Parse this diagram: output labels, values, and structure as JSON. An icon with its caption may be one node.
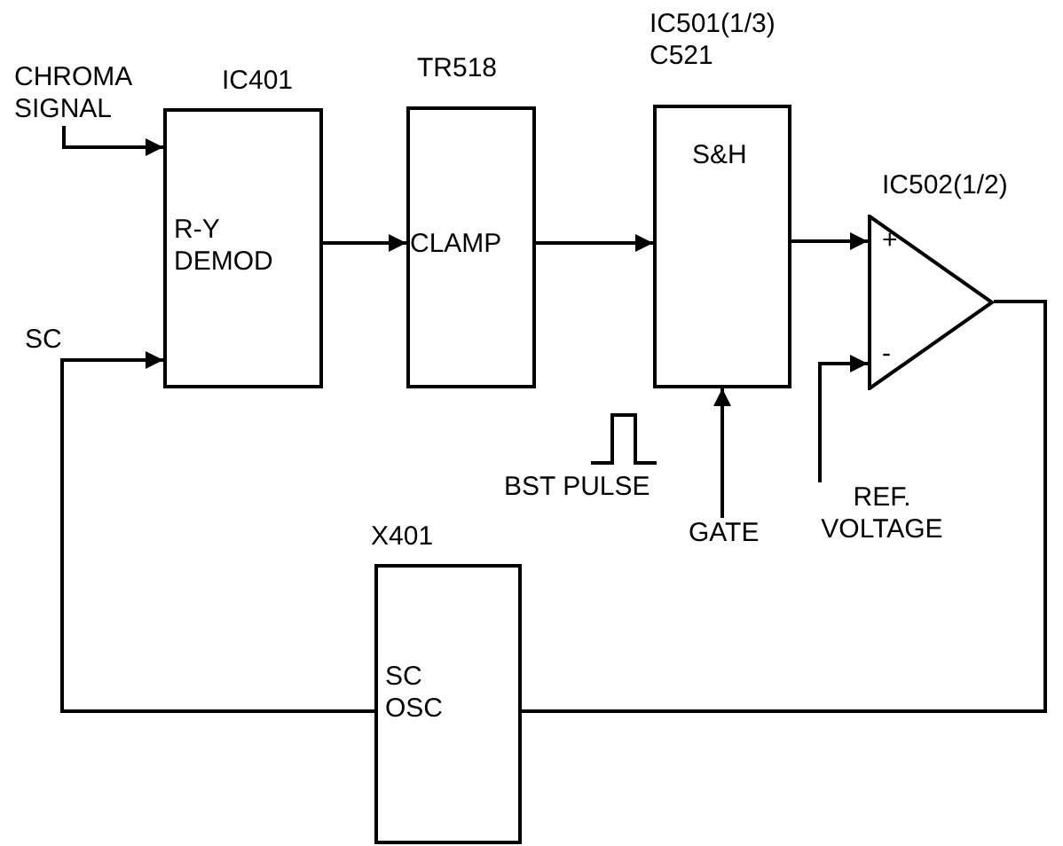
{
  "diagram": {
    "nodes": [
      {
        "text": [
          "IC401",
          "R-Y DEMOD"
        ]
      },
      {
        "text": [
          "TR518",
          "CLAMP"
        ]
      },
      {
        "text": [
          "IC501(1/3) C521",
          "S&H"
        ]
      },
      {
        "text": [
          "IC502(1/2)",
          "+",
          "-"
        ]
      },
      {
        "text": [
          "X401",
          "SC OSC"
        ]
      },
      {
        "text": [
          "CHROMA SIGNAL"
        ]
      },
      {
        "text": [
          "GATE"
        ]
      },
      {
        "text": [
          "REF. VOLTAGE"
        ]
      }
    ],
    "edges": [
      {
        "from": 5,
        "to": 0,
        "arrow": "to"
      },
      {
        "from": 0,
        "to": 1,
        "arrow": "to"
      },
      {
        "from": 1,
        "to": 2,
        "arrow": "to"
      },
      {
        "from": 2,
        "to": 3,
        "arrow": "to"
      },
      {
        "from": 3,
        "to": 4,
        "arrow": "none"
      },
      {
        "from": 4,
        "to": 0,
        "arrow": "to",
        "label": "SC"
      },
      {
        "from": 6,
        "to": 2,
        "arrow": "to"
      },
      {
        "from": 7,
        "to": 3,
        "arrow": "to"
      }
    ],
    "labels": [
      "BST PULSE"
    ]
  }
}
